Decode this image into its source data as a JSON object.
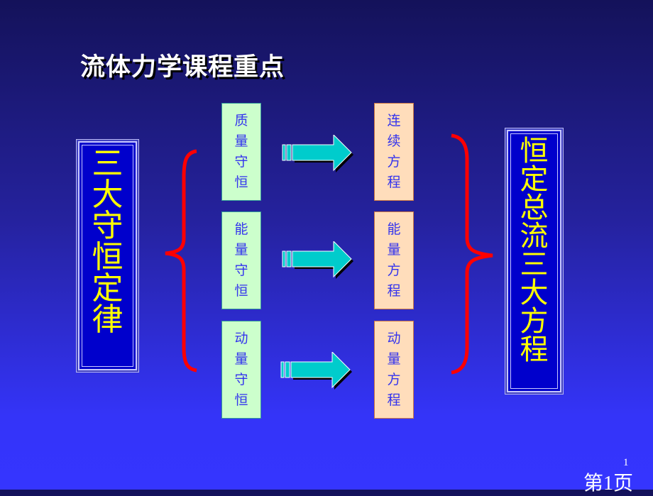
{
  "title": "流体力学课程重点",
  "left_box": {
    "chars": [
      "三",
      "大",
      "守",
      "恒",
      "定",
      "律"
    ]
  },
  "right_box": {
    "chars": [
      "恒",
      "定",
      "总",
      "流",
      "三",
      "大",
      "方",
      "程"
    ]
  },
  "laws": [
    {
      "chars": [
        "质",
        "量",
        "守",
        "恒"
      ]
    },
    {
      "chars": [
        "能",
        "量",
        "守",
        "恒"
      ]
    },
    {
      "chars": [
        "动",
        "量",
        "守",
        "恒"
      ]
    }
  ],
  "equations": [
    {
      "chars": [
        "连",
        "续",
        "方",
        "程"
      ]
    },
    {
      "chars": [
        "能",
        "量",
        "方",
        "程"
      ]
    },
    {
      "chars": [
        "动",
        "量",
        "方",
        "程"
      ]
    }
  ],
  "footer": {
    "slide_number": "1",
    "page_label": "第1页"
  },
  "colors": {
    "brace": "#ff0000",
    "arrow": "#00cccc",
    "law_fill": "#ccffcc",
    "equation_fill": "#ffddbb",
    "box_text": "#ffff00"
  }
}
